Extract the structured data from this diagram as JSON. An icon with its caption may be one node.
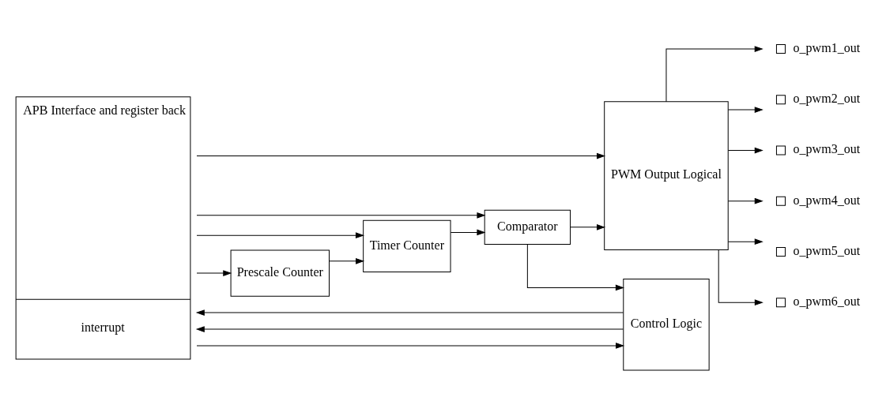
{
  "diagram": {
    "nodes": [
      {
        "text": [
          "APB Interface and register back",
          "interrupt"
        ]
      },
      {
        "text": [
          "Prescale Counter"
        ]
      },
      {
        "text": [
          "Timer Counter"
        ]
      },
      {
        "text": [
          "Comparator"
        ]
      },
      {
        "text": [
          "PWM Output Logical"
        ]
      },
      {
        "text": [
          "Control Logic"
        ]
      },
      {
        "text": [],
        "shape": "box",
        "beside": [
          "o_pwm1_out"
        ]
      },
      {
        "text": [],
        "shape": "box",
        "beside": [
          "o_pwm2_out"
        ]
      },
      {
        "text": [],
        "shape": "box",
        "beside": [
          "o_pwm3_out"
        ]
      },
      {
        "text": [],
        "shape": "box",
        "beside": [
          "o_pwm4_out"
        ]
      },
      {
        "text": [],
        "shape": "box",
        "beside": [
          "o_pwm5_out"
        ]
      },
      {
        "text": [],
        "shape": "box",
        "beside": [
          "o_pwm6_out"
        ]
      }
    ],
    "edges": [
      {
        "from": 0,
        "to": 4,
        "arrow": "to"
      },
      {
        "from": 0,
        "to": 2,
        "arrow": "to"
      },
      {
        "from": 0,
        "to": 1,
        "arrow": "to"
      },
      {
        "from": 1,
        "to": 2,
        "arrow": "to"
      },
      {
        "from": 2,
        "to": 3,
        "arrow": "to"
      },
      {
        "from": 0,
        "to": 3,
        "arrow": "to"
      },
      {
        "from": 3,
        "to": 4,
        "arrow": "to"
      },
      {
        "from": 3,
        "to": 5,
        "arrow": "to"
      },
      {
        "from": 0,
        "to": 5,
        "arrow": "to"
      },
      {
        "from": 5,
        "to": 0,
        "arrow": "to"
      },
      {
        "from": 5,
        "to": 0,
        "arrow": "to"
      },
      {
        "from": 4,
        "to": 6,
        "arrow": "to"
      },
      {
        "from": 4,
        "to": 7,
        "arrow": "to"
      },
      {
        "from": 4,
        "to": 8,
        "arrow": "to"
      },
      {
        "from": 4,
        "to": 9,
        "arrow": "to"
      },
      {
        "from": 4,
        "to": 10,
        "arrow": "to"
      },
      {
        "from": 4,
        "to": 11,
        "arrow": "to"
      }
    ]
  }
}
